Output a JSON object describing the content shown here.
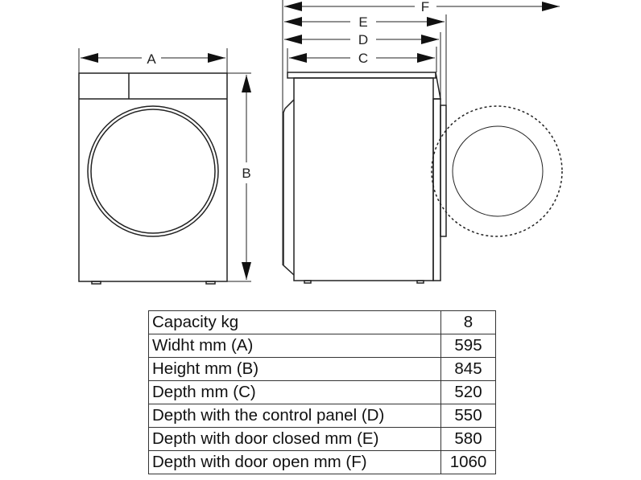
{
  "diagram": {
    "front_view": {
      "width_label": "A",
      "height_label": "B"
    },
    "side_view": {
      "labels": {
        "f": "F",
        "e": "E",
        "d": "D",
        "c": "C"
      }
    }
  },
  "specs_table": {
    "rows": [
      {
        "label": "Capacity kg",
        "value": "8"
      },
      {
        "label": "Widht mm (A)",
        "value": "595"
      },
      {
        "label": "Height mm (B)",
        "value": "845"
      },
      {
        "label": "Depth mm (C)",
        "value": "520"
      },
      {
        "label": "Depth with the control panel (D)",
        "value": "550"
      },
      {
        "label": "Depth with door closed mm (E)",
        "value": "580"
      },
      {
        "label": "Depth with door open mm (F)",
        "value": "1060"
      }
    ]
  }
}
